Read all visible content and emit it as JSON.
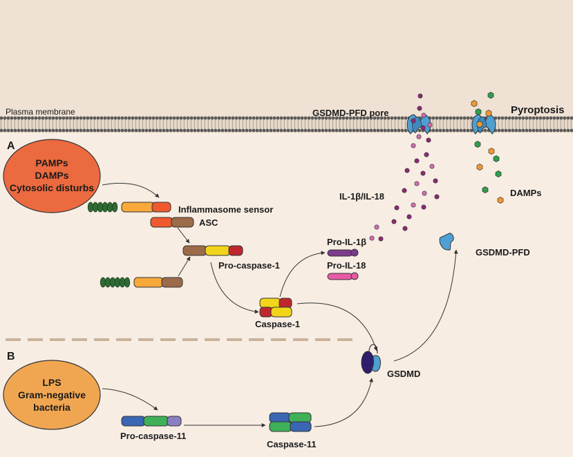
{
  "membrane_label": "Plasma membrane",
  "pore_label": "GSDMD-PFD pore",
  "outcome_label": "Pyroptosis",
  "panel_a": "A",
  "panel_b": "B",
  "trigger_a": [
    "PAMPs",
    "DAMPs",
    "Cytosolic disturbs"
  ],
  "trigger_b": [
    "LPS",
    "Gram-negative",
    "bacteria"
  ],
  "labels": {
    "sensor": "Inflammasome sensor",
    "asc": "ASC",
    "pro_caspase1": "Pro-caspase-1",
    "caspase1": "Caspase-1",
    "pro_il1b": "Pro-IL-1β",
    "pro_il18": "Pro-IL-18",
    "il": "IL-1β/IL-18",
    "damps": "DAMPs",
    "gsdmd_pfd": "GSDMD-PFD",
    "gsdmd": "GSDMD",
    "pro_caspase11": "Pro-caspase-11",
    "caspase11": "Caspase-11"
  },
  "colors": {
    "background": "#f7ede3",
    "membrane_band": "#efe2d4",
    "oval_a": "#ec6a3f",
    "oval_b": "#f0a651",
    "pyrin": "#2e6b34",
    "nacht": "#f8a93a",
    "lrr": "#ee5a2d",
    "asc_card": "#9c6b4a",
    "card_yellow": "#f2d51a",
    "casp_red": "#c0272d",
    "casp11_blue": "#3a66b3",
    "casp11_green": "#3fb058",
    "casp11_purple": "#8b7fc4",
    "gsdmd_blue": "#4f9fd3",
    "gsdmd_dark": "#2d1f6b",
    "il1b": "#7d3b8c",
    "il18": "#e75aa6",
    "dot_dark": "#8a2a73",
    "dot_light": "#cc6fb0",
    "damp_green": "#2f9e4e",
    "damp_orange": "#f29a2e"
  }
}
